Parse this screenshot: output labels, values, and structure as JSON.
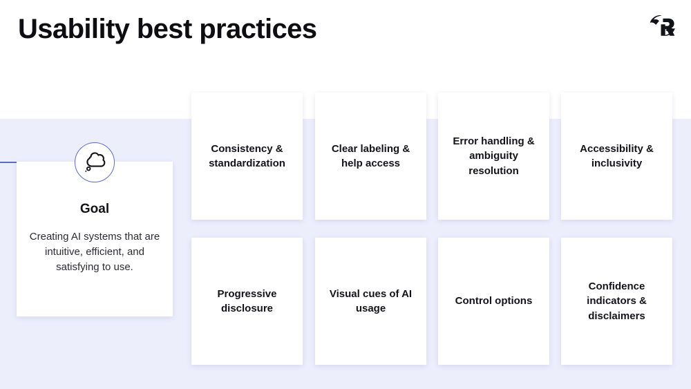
{
  "header": {
    "title": "Usability best practices",
    "logo_icon": "brand-r-swoosh-logo"
  },
  "goal": {
    "icon": "thought-bubble-icon",
    "heading": "Goal",
    "description": "Creating AI systems that are intuitive, efficient, and satisfying to use."
  },
  "practices": [
    {
      "label": "Consistency & standardization"
    },
    {
      "label": "Clear labeling & help access"
    },
    {
      "label": "Error handling & ambiguity resolution"
    },
    {
      "label": "Accessibility & inclusivity"
    },
    {
      "label": "Progressive disclosure"
    },
    {
      "label": "Visual cues of AI usage"
    },
    {
      "label": "Control options"
    },
    {
      "label": "Confidence indicators & disclaimers"
    }
  ],
  "colors": {
    "background_top": "#ffffff",
    "background_bottom": "#eceefc",
    "accent_blue": "#5b6cc4",
    "card_surface": "#ffffff",
    "text_primary": "#13131a"
  }
}
